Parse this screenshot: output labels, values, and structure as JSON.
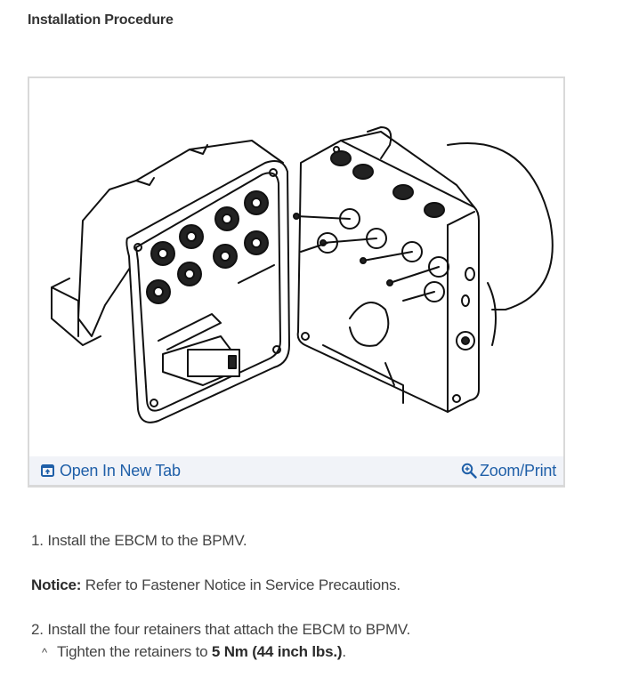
{
  "section": {
    "title": "Installation Procedure"
  },
  "figure": {
    "alt": "EBCM and BPMV exploded line illustration",
    "open_new_tab_label": "Open In New Tab",
    "zoom_print_label": "Zoom/Print",
    "icons": {
      "open": "open-in-new-tab-icon",
      "zoom": "zoom-in-icon"
    },
    "link_color": "#1f5fa8",
    "bar_color": "#f1f3f8"
  },
  "steps": [
    {
      "number": "1.",
      "text": "Install the EBCM to the BPMV."
    },
    {
      "number": "2.",
      "text": "Install the four retainers that attach the EBCM to BPMV.",
      "substep": {
        "marker": "^",
        "text_before": "Tighten the retainers to ",
        "bold": "5 Nm (44 inch lbs.)",
        "text_after": "."
      }
    }
  ],
  "notice": {
    "label": "Notice:",
    "text": " Refer to Fastener Notice in Service Precautions."
  }
}
